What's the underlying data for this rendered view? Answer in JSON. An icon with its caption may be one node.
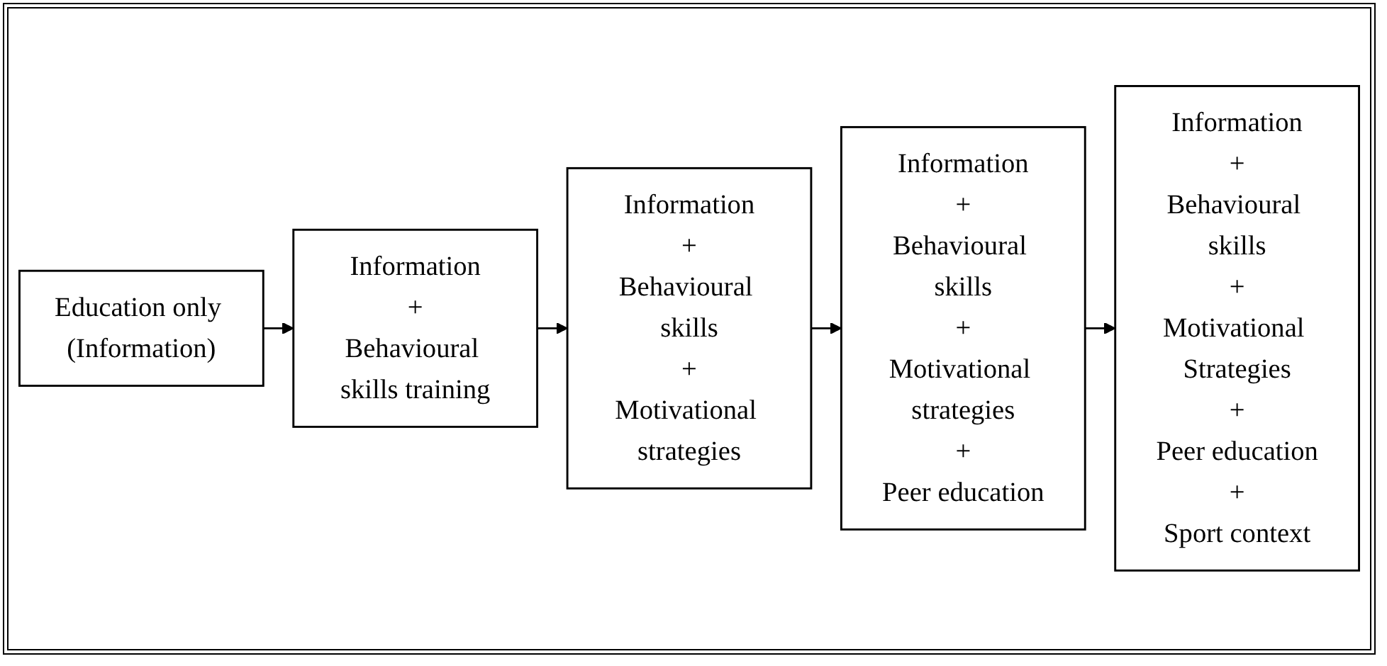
{
  "diagram": {
    "nodes": [
      {
        "text": [
          "Education only (Information)"
        ]
      },
      {
        "text": [
          "Information",
          "+",
          "Behavioural skills training"
        ]
      },
      {
        "text": [
          "Information",
          "+",
          "Behavioural skills",
          "+",
          "Motivational strategies"
        ]
      },
      {
        "text": [
          "Information",
          "+",
          "Behavioural skills",
          "+",
          "Motivational strategies",
          "+",
          "Peer education"
        ]
      },
      {
        "text": [
          "Information",
          "+",
          "Behavioural skills",
          "+",
          "Motivational Strategies",
          "+",
          "Peer education",
          "+",
          "Sport context"
        ]
      }
    ],
    "edges": [
      {
        "from": 0,
        "to": 1,
        "arrow": "to"
      },
      {
        "from": 1,
        "to": 2,
        "arrow": "to"
      },
      {
        "from": 2,
        "to": 3,
        "arrow": "to"
      },
      {
        "from": 3,
        "to": 4,
        "arrow": "to"
      }
    ]
  }
}
